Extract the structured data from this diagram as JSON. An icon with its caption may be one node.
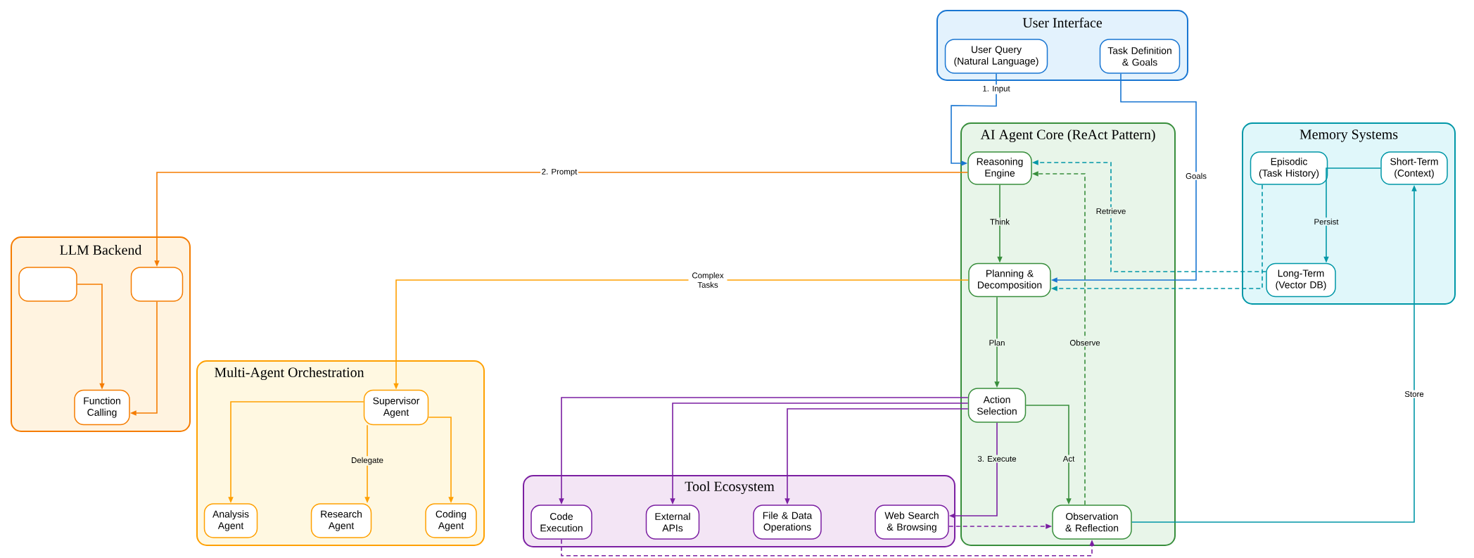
{
  "diagram": {
    "nodes": [
      {
        "text": [
          "User Interface"
        ]
      },
      {
        "text": [
          "User Query (Natural Language)"
        ],
        "in": 0
      },
      {
        "text": [
          "Task Definition & Goals"
        ],
        "in": 0
      },
      {
        "text": [
          "AI Agent Core (ReAct Pattern)"
        ]
      },
      {
        "text": [
          "Reasoning Engine"
        ],
        "in": 3
      },
      {
        "text": [
          "Planning & Decomposition"
        ],
        "in": 3
      },
      {
        "text": [
          "Action Selection"
        ],
        "in": 3
      },
      {
        "text": [
          "Observation & Reflection"
        ],
        "in": 3
      },
      {
        "text": [
          "Memory Systems"
        ]
      },
      {
        "text": [
          "Episodic (Task History)"
        ],
        "in": 8
      },
      {
        "text": [
          "Short-Term (Context)"
        ],
        "in": 8
      },
      {
        "text": [
          "Long-Term (Vector DB)"
        ],
        "in": 8
      },
      {
        "text": [
          "LLM Backend"
        ]
      },
      {
        "text": [],
        "shape": "box",
        "in": 12
      },
      {
        "text": [],
        "shape": "box",
        "in": 12
      },
      {
        "text": [
          "Function Calling"
        ],
        "in": 12
      },
      {
        "text": [
          "Multi-Agent Orchestration"
        ]
      },
      {
        "text": [
          "Supervisor Agent"
        ],
        "in": 16
      },
      {
        "text": [
          "Analysis Agent"
        ],
        "in": 16
      },
      {
        "text": [
          "Research Agent"
        ],
        "in": 16
      },
      {
        "text": [
          "Coding Agent"
        ],
        "in": 16
      },
      {
        "text": [
          "Tool Ecosystem"
        ]
      },
      {
        "text": [
          "Code Execution"
        ],
        "in": 21
      },
      {
        "text": [
          "External APIs"
        ],
        "in": 21
      },
      {
        "text": [
          "File & Data Operations"
        ],
        "in": 21
      },
      {
        "text": [
          "Web Search & Browsing"
        ],
        "in": 21
      }
    ],
    "edges": [
      {
        "from": 1,
        "to": 4,
        "arrow": "to",
        "label": "1. Input",
        "color": "#1976d2"
      },
      {
        "from": 2,
        "to": 5,
        "arrow": "to",
        "label": "Goals",
        "color": "#1976d2"
      },
      {
        "from": 4,
        "to": 14,
        "arrow": "to",
        "label": "2. Prompt",
        "color": "#f57c00"
      },
      {
        "from": 13,
        "to": 15,
        "arrow": "to",
        "color": "#f57c00"
      },
      {
        "from": 14,
        "to": 15,
        "arrow": "to",
        "color": "#f57c00"
      },
      {
        "from": 5,
        "to": 17,
        "arrow": "to",
        "label": "Complex Tasks",
        "color": "#ffa000"
      },
      {
        "from": 17,
        "to": 18,
        "arrow": "to",
        "color": "#ffa000"
      },
      {
        "from": 17,
        "to": 19,
        "arrow": "to",
        "label": "Delegate",
        "color": "#ffa000"
      },
      {
        "from": 17,
        "to": 20,
        "arrow": "to",
        "color": "#ffa000"
      },
      {
        "from": 4,
        "to": 5,
        "arrow": "to",
        "label": "Think",
        "color": "#388e3c"
      },
      {
        "from": 5,
        "to": 6,
        "arrow": "to",
        "label": "Plan",
        "color": "#388e3c"
      },
      {
        "from": 6,
        "to": 7,
        "arrow": "to",
        "label": "Act",
        "color": "#388e3c"
      },
      {
        "from": 7,
        "to": 4,
        "arrow": "to",
        "label": "Observe",
        "style": "dashed",
        "color": "#388e3c"
      },
      {
        "from": 6,
        "to": 22,
        "arrow": "to"
      },
      {
        "from": 6,
        "to": 23,
        "arrow": "to"
      },
      {
        "from": 6,
        "to": 24,
        "arrow": "to"
      },
      {
        "from": 6,
        "to": 25,
        "arrow": "to",
        "label": "3. Execute"
      },
      {
        "from": 25,
        "to": 7,
        "arrow": "to",
        "style": "dashed"
      },
      {
        "from": 22,
        "to": 7,
        "arrow": "to",
        "style": "dashed"
      },
      {
        "from": 11,
        "to": 4,
        "arrow": "to",
        "label": "Retrieve",
        "style": "dashed",
        "color": "#0097a7"
      },
      {
        "from": 9,
        "to": 5,
        "arrow": "to",
        "style": "dashed",
        "color": "#0097a7"
      },
      {
        "from": 10,
        "to": 11,
        "arrow": "to",
        "label": "Persist",
        "color": "#0097a7"
      },
      {
        "from": 7,
        "to": 10,
        "arrow": "to",
        "label": "Store",
        "color": "#0097a7"
      }
    ]
  }
}
